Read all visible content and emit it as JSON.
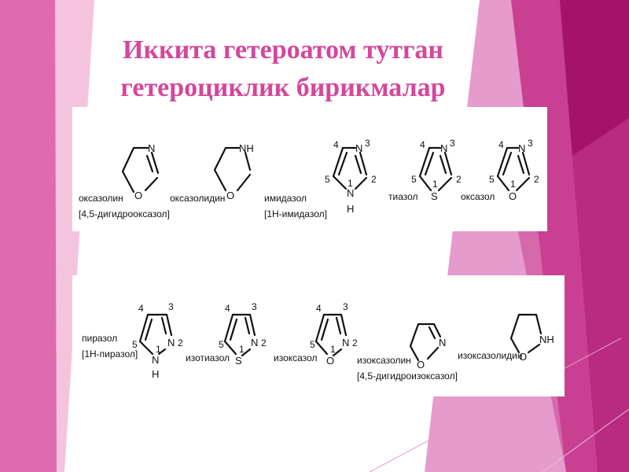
{
  "slide": {
    "title_line1": "Иккита гетероатом тутган",
    "title_line2": "гетероциклик бирикмалар",
    "colors": {
      "title": "#d5469c",
      "accent_dark": "#a4126a",
      "accent_mid": "#c93f92",
      "accent_light": "#e59bcb"
    }
  },
  "row1": [
    {
      "name": "оксазолин",
      "alt": "[4,5-дигидрооксазол]",
      "atoms": [
        "N",
        "O"
      ]
    },
    {
      "name": "оксазолидин",
      "atoms": [
        "NH",
        "O"
      ]
    },
    {
      "name": "имидазол",
      "alt": "[1H-имидазол]",
      "atoms": [
        "N",
        "N",
        "H"
      ],
      "numbers": [
        "4",
        "3",
        "5",
        "2",
        "1"
      ]
    },
    {
      "name": "тиазол",
      "atoms": [
        "N",
        "S"
      ],
      "numbers": [
        "4",
        "3",
        "5",
        "2",
        "1"
      ]
    },
    {
      "name": "оксазол",
      "atoms": [
        "N",
        "O"
      ],
      "numbers": [
        "4",
        "3",
        "5",
        "2",
        "1"
      ]
    }
  ],
  "row2": [
    {
      "name": "пиразол",
      "alt": "[1H-пиразол]",
      "atoms": [
        "N",
        "N",
        "H"
      ],
      "numbers": [
        "4",
        "3",
        "5",
        "2",
        "1"
      ]
    },
    {
      "name": "изотиазол",
      "atoms": [
        "S",
        "N"
      ],
      "numbers": [
        "4",
        "3",
        "5",
        "2",
        "1"
      ]
    },
    {
      "name": "изоксазол",
      "atoms": [
        "O",
        "N"
      ],
      "numbers": [
        "4",
        "3",
        "5",
        "2",
        "1"
      ]
    },
    {
      "name": "изоксазолин",
      "alt": "[4,5-дигидроизоксазол]",
      "atoms": [
        "O",
        "N"
      ]
    },
    {
      "name": "изоксазолидин",
      "atoms": [
        "O",
        "NH"
      ]
    }
  ]
}
